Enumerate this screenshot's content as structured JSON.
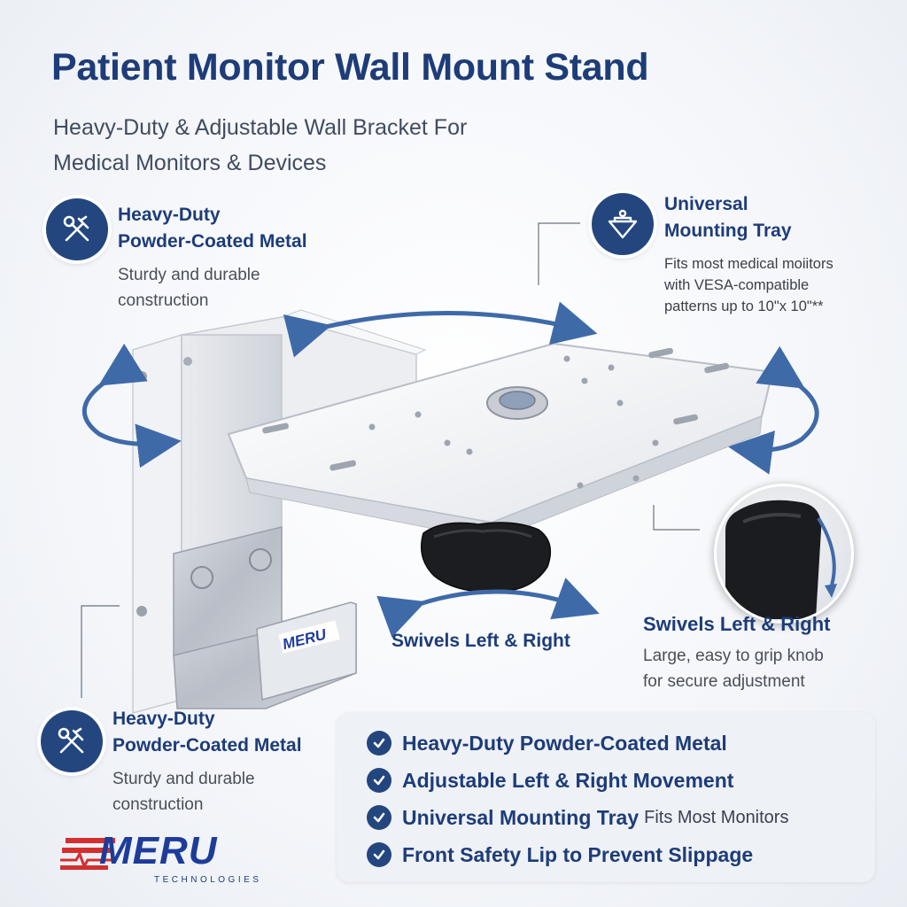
{
  "header": {
    "title": "Patient Monitor Wall Mount Stand",
    "subtitle_line1": "Heavy-Duty & Adjustable Wall Bracket For",
    "subtitle_line2": "Medical Monitors & Devices"
  },
  "features": {
    "top_left": {
      "title_line1": "Heavy-Duty",
      "title_line2": "Powder-Coated Metal",
      "desc_line1": "Sturdy and durable",
      "desc_line2": "construction",
      "icon": "hammer-wrench-icon"
    },
    "top_right": {
      "title_line1": "Universal",
      "title_line2": "Mounting Tray",
      "desc_line1": "Fits most medical moiitors",
      "desc_line2": "with VESA-compatible",
      "desc_line3": "patterns up to 10\"x 10\"**",
      "icon": "tray-icon"
    },
    "bottom_left": {
      "title_line1": "Heavy-Duty",
      "title_line2": "Powder-Coated Metal",
      "desc_line1": "Sturdy and durable",
      "desc_line2": "construction",
      "icon": "hammer-wrench-icon"
    },
    "swivel_center": {
      "label": "Swivels Left & Right"
    },
    "swivel_right": {
      "title": "Swivels Left & Right",
      "desc_line1": "Large, easy to grip knob",
      "desc_line2": "for secure adjustment"
    }
  },
  "product": {
    "plate_label": "MERU"
  },
  "bullets": [
    {
      "strong": "Heavy-Duty Powder-Coated Metal",
      "rest": ""
    },
    {
      "strong": "Adjustable Left & Right Movement",
      "rest": ""
    },
    {
      "strong": "Universal Mounting Tray",
      "rest": "Fits Most Monitors"
    },
    {
      "strong": "Front Safety Lip to Prevent Slippage",
      "rest": ""
    }
  ],
  "logo": {
    "name": "MERU",
    "sub": "TECHNOLOGIES"
  },
  "colors": {
    "brand_navy": "#1d3c78",
    "icon_navy": "#23467f",
    "arrow_blue": "#3f6aa8",
    "logo_red": "#d32f2f"
  }
}
